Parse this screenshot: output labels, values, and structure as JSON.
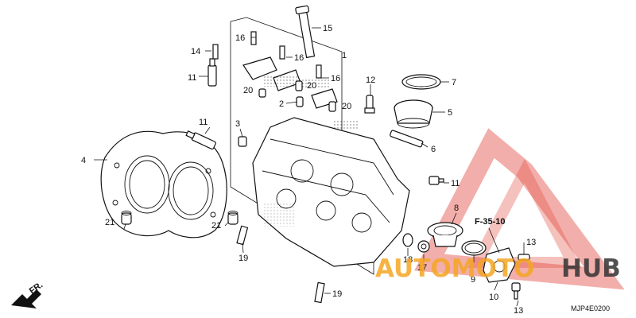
{
  "callouts": [
    {
      "id": "c1",
      "text": "1"
    },
    {
      "id": "c2",
      "text": "2"
    },
    {
      "id": "c3",
      "text": "3"
    },
    {
      "id": "c4",
      "text": "4"
    },
    {
      "id": "c5",
      "text": "5"
    },
    {
      "id": "c6",
      "text": "6"
    },
    {
      "id": "c7",
      "text": "7"
    },
    {
      "id": "c8",
      "text": "8"
    },
    {
      "id": "c9",
      "text": "9"
    },
    {
      "id": "c10",
      "text": "10"
    },
    {
      "id": "c11a",
      "text": "11"
    },
    {
      "id": "c11b",
      "text": "11"
    },
    {
      "id": "c11c",
      "text": "11"
    },
    {
      "id": "c12",
      "text": "12"
    },
    {
      "id": "c13a",
      "text": "13"
    },
    {
      "id": "c13b",
      "text": "13"
    },
    {
      "id": "c14",
      "text": "14"
    },
    {
      "id": "c15",
      "text": "15"
    },
    {
      "id": "c16a",
      "text": "16"
    },
    {
      "id": "c16b",
      "text": "16"
    },
    {
      "id": "c16c",
      "text": "16"
    },
    {
      "id": "c17",
      "text": "17"
    },
    {
      "id": "c18",
      "text": "18"
    },
    {
      "id": "c19a",
      "text": "19"
    },
    {
      "id": "c19b",
      "text": "19"
    },
    {
      "id": "c20a",
      "text": "20"
    },
    {
      "id": "c20b",
      "text": "20"
    },
    {
      "id": "c20c",
      "text": "20"
    },
    {
      "id": "c21a",
      "text": "21"
    },
    {
      "id": "c21b",
      "text": "21"
    }
  ],
  "reference_label": "F-35-10",
  "front_marker": "FR.",
  "diagram_code": "MJP4E0200",
  "watermark": {
    "text_left": "AUTOMOTO",
    "text_right": "HUB",
    "color_accent": "#f5a623",
    "color_dark": "#333333",
    "logo_color": "#e03a2f"
  }
}
